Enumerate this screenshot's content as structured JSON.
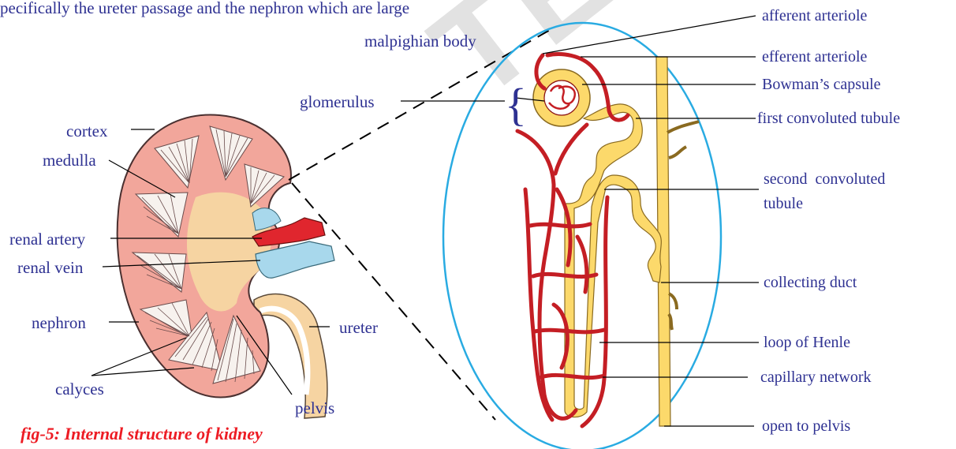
{
  "top_text": "pecifically the ureter passage and the nephron which are large",
  "caption": "fig-5: Internal structure of kidney",
  "watermark": "TE",
  "kidney_labels": {
    "cortex": "cortex",
    "medulla": "medulla",
    "renal_artery": "renal artery",
    "renal_vein": "renal vein",
    "nephron": "nephron",
    "calyces": "calyces",
    "pelvis": "pelvis",
    "ureter": "ureter"
  },
  "nephron_labels": {
    "malpighian_body": "malpighian body",
    "glomerulus": "glomerulus",
    "afferent_arteriole": "afferent arteriole",
    "efferent_arteriole": "efferent arteriole",
    "bowmans_capsule": "Bowman’s capsule",
    "first_convoluted_tubule": "first convoluted tubule",
    "second_convoluted_tubule_1": "second  convoluted",
    "second_convoluted_tubule_2": "tubule",
    "collecting_duct": "collecting duct",
    "loop_of_henle": "loop of Henle",
    "capillary_network": "capillary network",
    "open_to_pelvis": "open to pelvis"
  },
  "colors": {
    "label": "#2e3192",
    "caption": "#ed1c24",
    "cortex": "#f2a69b",
    "medulla_pyramid": "#f7f2ee",
    "pelvis": "#f6d4a2",
    "ureter": "#f6d4a2",
    "artery": "#e0262e",
    "vein": "#a8d8ec",
    "tubule": "#fcd96b",
    "oval": "#29abe2"
  }
}
